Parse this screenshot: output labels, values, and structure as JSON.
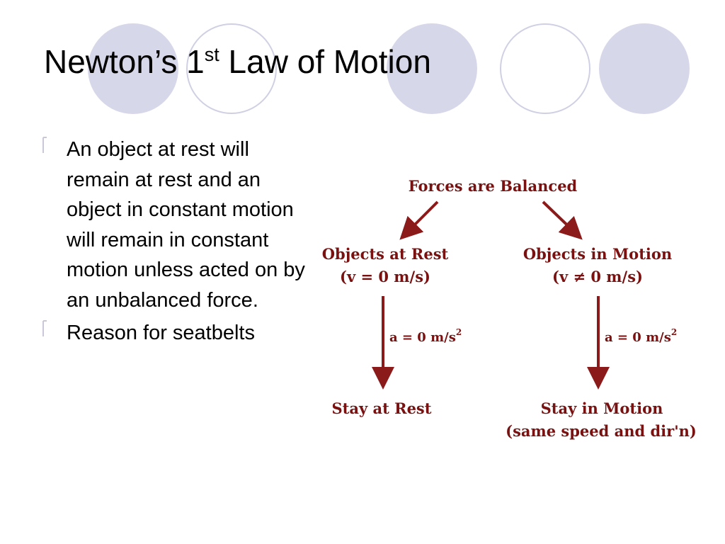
{
  "slide": {
    "title_main": "Newton’s 1",
    "title_sup": "st",
    "title_rest": " Law of Motion",
    "bullets": [
      {
        "text": "An object at rest will remain at rest and an object in constant motion will remain in constant motion unless acted on by an unbalanced force."
      },
      {
        "text": "Reason for seatbelts"
      }
    ]
  },
  "diagram": {
    "top_label": "Forces are Balanced",
    "left": {
      "heading": "Objects at Rest",
      "velocity": "(v = 0 m/s)",
      "acceleration": "a = 0 m/s",
      "accel_exp": "2",
      "result": "Stay at Rest"
    },
    "right": {
      "heading": "Objects in Motion",
      "velocity": "(v ≠ 0 m/s)",
      "acceleration": "a = 0 m/s",
      "accel_exp": "2",
      "result": "Stay in Motion",
      "result_note": "(same speed and dir'n)"
    }
  },
  "colors": {
    "diagram_text": "#7a1111",
    "circle_fill": "#d7d7ea",
    "circle_stroke": "#d0d0e4"
  }
}
